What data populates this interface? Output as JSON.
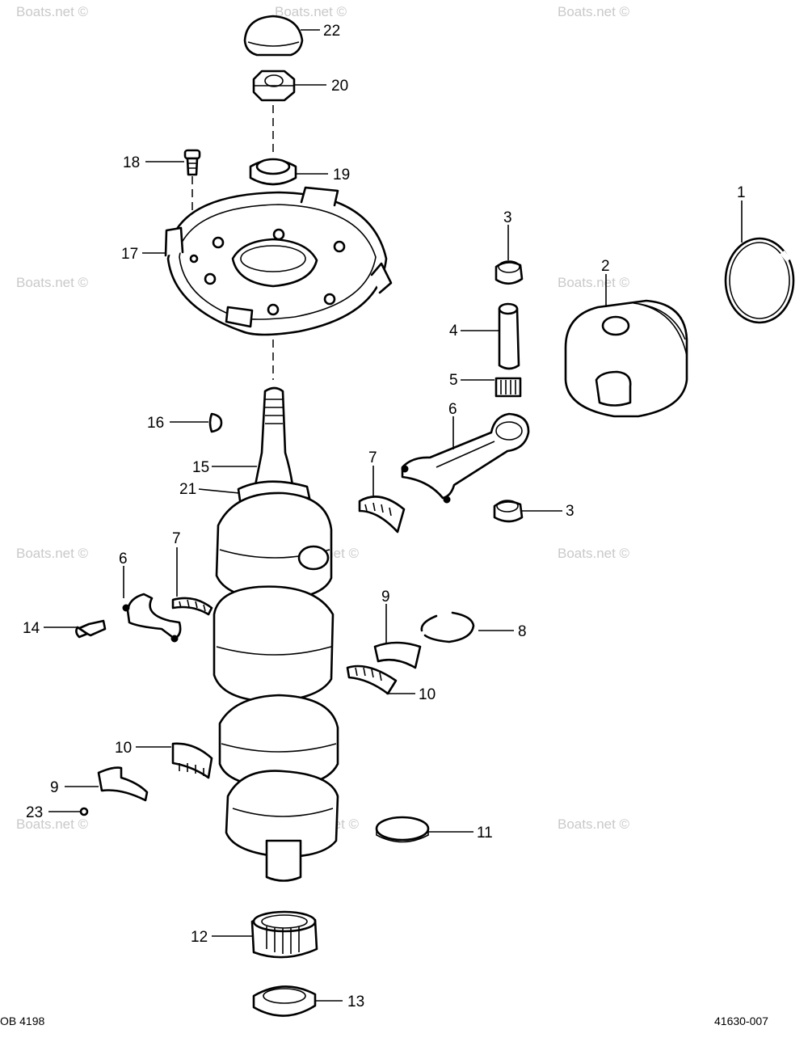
{
  "watermark": "Boats.net ©",
  "footer": {
    "left": "OB 4198",
    "right": "41630-007"
  },
  "callouts": [
    "22",
    "20",
    "18",
    "19",
    "17",
    "3",
    "1",
    "2",
    "4",
    "5",
    "16",
    "6",
    "15",
    "21",
    "7",
    "3",
    "7",
    "6",
    "14",
    "9",
    "8",
    "10",
    "10",
    "9",
    "23",
    "11",
    "12",
    "13"
  ]
}
